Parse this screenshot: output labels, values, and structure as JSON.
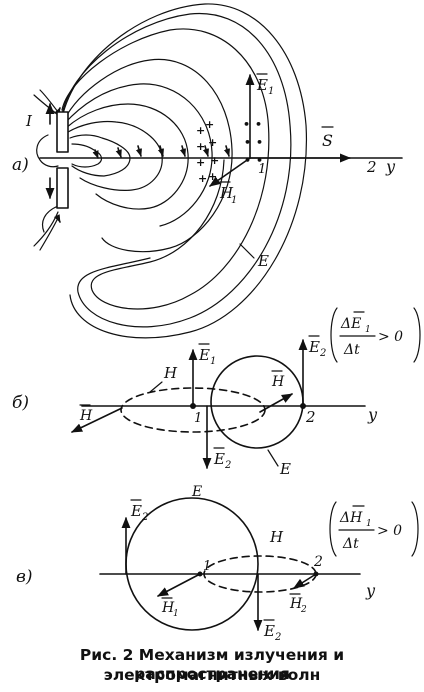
{
  "panel_a": {
    "tag": "а)",
    "current": "I",
    "E1": "E",
    "E1_sub": "1",
    "H1": "H",
    "H1_sub": "1",
    "S": "S",
    "point1": "1",
    "point2": "2",
    "axis": "y",
    "E_line": "E"
  },
  "panel_b": {
    "tag": "б)",
    "H_left": "H",
    "H_label": "H",
    "E1": "E",
    "E1_sub": "1",
    "H_right": "H",
    "E2_top": "E",
    "E2_top_sub": "2",
    "E2_bottom": "E",
    "E2_bottom_sub": "2",
    "point1": "1",
    "point2": "2",
    "axis": "y",
    "E_label": "E",
    "formula_num": "ΔE",
    "formula_num_sub": "1",
    "formula_den": "Δt",
    "formula_cmp": "> 0"
  },
  "panel_c": {
    "tag": "в)",
    "E_label": "E",
    "H_label": "H",
    "E2_top": "E",
    "E2_top_sub": "2",
    "E2_bottom": "E",
    "E2_bottom_sub": "2",
    "H1": "H",
    "H1_sub": "1",
    "H2": "H",
    "H2_sub": "2",
    "point1": "1",
    "point2": "2",
    "axis": "y",
    "formula_num": "ΔH",
    "formula_num_sub": "1",
    "formula_den": "Δt",
    "formula_cmp": "> 0"
  },
  "caption": {
    "line1": "Рис. 2  Механизм излучения и распространения",
    "line2": "электромагнитных волн"
  }
}
